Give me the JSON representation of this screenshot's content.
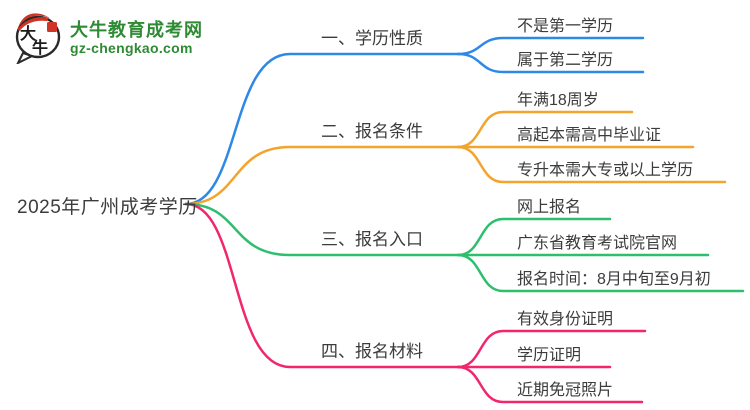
{
  "brand": {
    "name": "大牛教育成考网",
    "domain": "gz-chengkao.com",
    "mark_char_top": "大",
    "mark_char_bottom": "牛",
    "brand_green": "#2e8b34",
    "seal_red": "#cf3527"
  },
  "mindmap": {
    "root": "2025年广州成考学历",
    "branches": [
      {
        "label": "一、学历性质",
        "color": "#2e88e8",
        "children": [
          "不是第一学历",
          "属于第二学历"
        ]
      },
      {
        "label": "二、报名条件",
        "color": "#f2a42c",
        "children": [
          "年满18周岁",
          "高起本需高中毕业证",
          "专升本需大专或以上学历"
        ]
      },
      {
        "label": "三、报名入口",
        "color": "#2dbf6e",
        "children": [
          "网上报名",
          "广东省教育考试院官网",
          "报名时间：8月中旬至9月初"
        ]
      },
      {
        "label": "四、报名材料",
        "color": "#f1266f",
        "children": [
          "有效身份证明",
          "学历证明",
          "近期免冠照片"
        ]
      }
    ]
  }
}
